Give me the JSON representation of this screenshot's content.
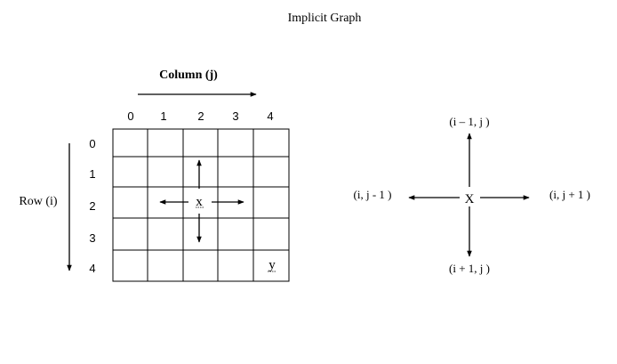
{
  "title": "Implicit Graph",
  "grid": {
    "column_label": "Column (j)",
    "row_label": "Row (i)",
    "column_indices": [
      "0",
      "1",
      "2",
      "3",
      "4"
    ],
    "row_indices": [
      "0",
      "1",
      "2",
      "3",
      "4"
    ],
    "center_mark": "x",
    "target_mark": "y"
  },
  "neighbors": {
    "center": "X",
    "up": "(i – 1, j )",
    "down": "(i + 1, j )",
    "left": "(i, j - 1 )",
    "right": "(i, j + 1 )"
  },
  "colors": {
    "line": "#000000",
    "background": "#ffffff"
  }
}
